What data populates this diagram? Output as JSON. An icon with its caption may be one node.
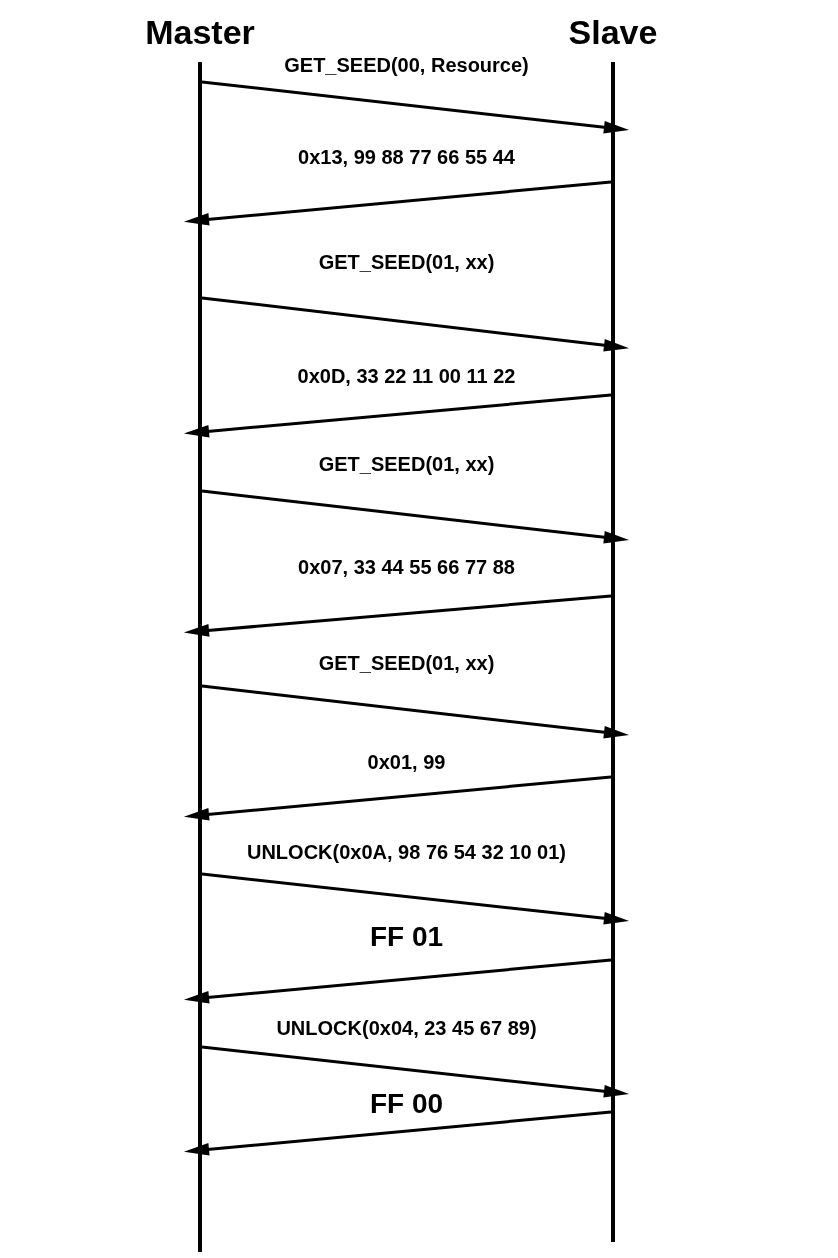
{
  "diagram": {
    "nodes": [
      {
        "text": [
          "Master"
        ]
      },
      {
        "text": [
          "Slave"
        ]
      }
    ],
    "edges": [
      {
        "from": 0,
        "to": 1,
        "arrow": "to",
        "label": "GET_SEED(00, Resource)"
      },
      {
        "from": 1,
        "to": 0,
        "arrow": "to",
        "label": "0x13, 99 88 77 66 55 44"
      },
      {
        "from": 0,
        "to": 1,
        "arrow": "to",
        "label": "GET_SEED(01, xx)"
      },
      {
        "from": 1,
        "to": 0,
        "arrow": "to",
        "label": "0x0D, 33 22 11 00 11 22"
      },
      {
        "from": 0,
        "to": 1,
        "arrow": "to",
        "label": "GET_SEED(01, xx)"
      },
      {
        "from": 1,
        "to": 0,
        "arrow": "to",
        "label": "0x07, 33 44 55 66 77 88"
      },
      {
        "from": 0,
        "to": 1,
        "arrow": "to",
        "label": "GET_SEED(01, xx)"
      },
      {
        "from": 1,
        "to": 0,
        "arrow": "to",
        "label": "0x01, 99"
      },
      {
        "from": 0,
        "to": 1,
        "arrow": "to",
        "label": "UNLOCK(0x0A, 98 76 54 32 10 01)"
      },
      {
        "from": 1,
        "to": 0,
        "arrow": "to",
        "label": "FF 01"
      },
      {
        "from": 0,
        "to": 1,
        "arrow": "to",
        "label": "UNLOCK(0x04, 23 45 67 89)"
      },
      {
        "from": 1,
        "to": 0,
        "arrow": "to",
        "label": "FF 00"
      }
    ]
  }
}
